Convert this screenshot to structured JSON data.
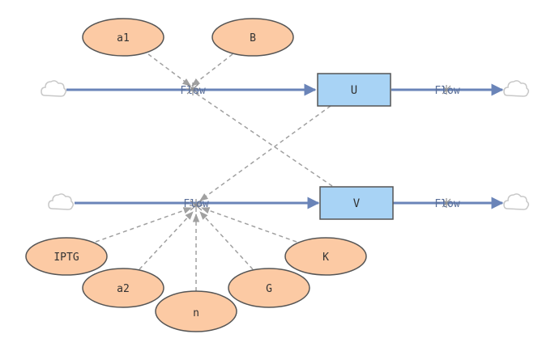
{
  "colors": {
    "background": "#ffffff",
    "flow_line": "#6a84b8",
    "stock_fill": "#a8d3f5",
    "stock_stroke": "#555555",
    "variable_fill": "#fccaa4",
    "variable_stroke": "#555555",
    "link": "#a0a0a0",
    "cloud_stroke": "#c8c8c8",
    "valve": "#909090"
  },
  "icons": {
    "source_sink": "cloud-icon",
    "valve": "valve-icon"
  },
  "stocks": [
    {
      "id": "U",
      "label": "U"
    },
    {
      "id": "V",
      "label": "V"
    }
  ],
  "flows": [
    {
      "id": "u_in",
      "label": "Flow"
    },
    {
      "id": "u_out",
      "label": "Flow"
    },
    {
      "id": "v_in",
      "label": "Flow"
    },
    {
      "id": "v_out",
      "label": "Flow"
    }
  ],
  "variables": [
    {
      "id": "a1",
      "label": "a1"
    },
    {
      "id": "B",
      "label": "B"
    },
    {
      "id": "IPTG",
      "label": "IPTG"
    },
    {
      "id": "a2",
      "label": "a2"
    },
    {
      "id": "n",
      "label": "n"
    },
    {
      "id": "G",
      "label": "G"
    },
    {
      "id": "K",
      "label": "K"
    }
  ]
}
